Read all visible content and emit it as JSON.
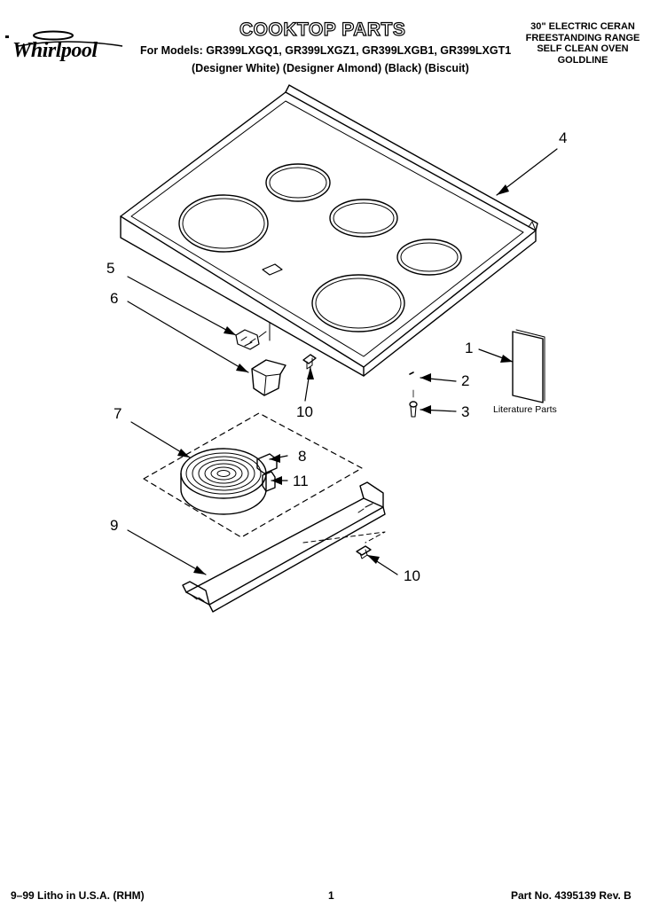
{
  "header": {
    "brand": "Whirlpool",
    "title": "COOKTOP PARTS",
    "models_line": "For Models: GR399LXGQ1, GR399LXGZ1, GR399LXGB1, GR399LXGT1",
    "variants_line": "(Designer White)  (Designer Almond)  (Black)       (Biscuit)",
    "spec": [
      "30\" ELECTRIC CERAN",
      "FREESTANDING RANGE",
      "SELF CLEAN OVEN",
      "GOLDLINE"
    ]
  },
  "callouts": {
    "c1": "1",
    "c2": "2",
    "c3": "3",
    "c4": "4",
    "c5": "5",
    "c6": "6",
    "c7": "7",
    "c8": "8",
    "c9": "9",
    "c10a": "10",
    "c10b": "10",
    "c11": "11"
  },
  "literature_label": "Literature Parts",
  "footer": {
    "litho": "9–99 Litho in U.S.A. (RHM)",
    "page": "1",
    "part_no": "Part No. 4395139 Rev. B"
  }
}
